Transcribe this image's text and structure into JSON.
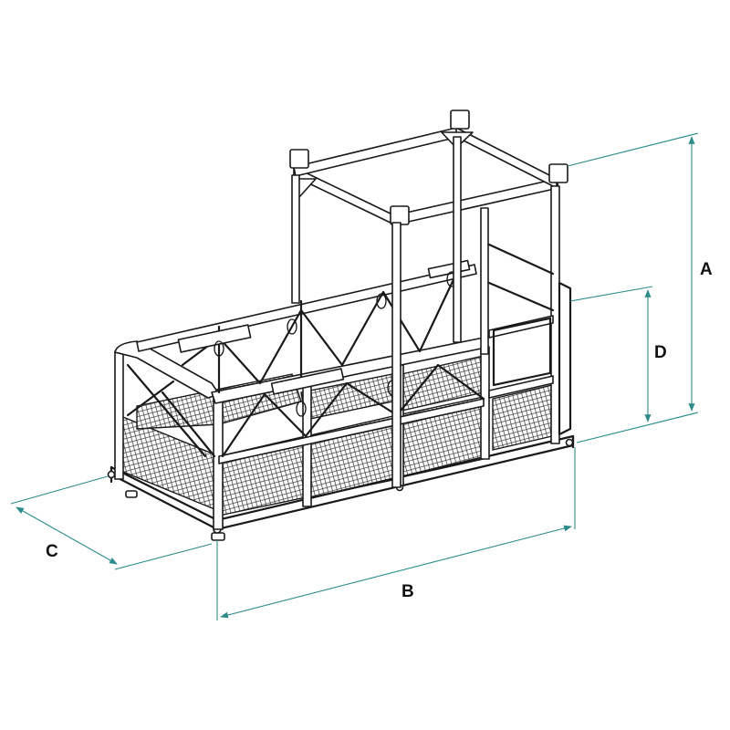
{
  "diagram": {
    "dimension_labels": {
      "a": "A",
      "b": "B",
      "c": "C",
      "d": "D"
    },
    "colors": {
      "dimension_line": "#2e8b8b",
      "frame": "#1a1a1a",
      "background": "#ffffff"
    }
  }
}
